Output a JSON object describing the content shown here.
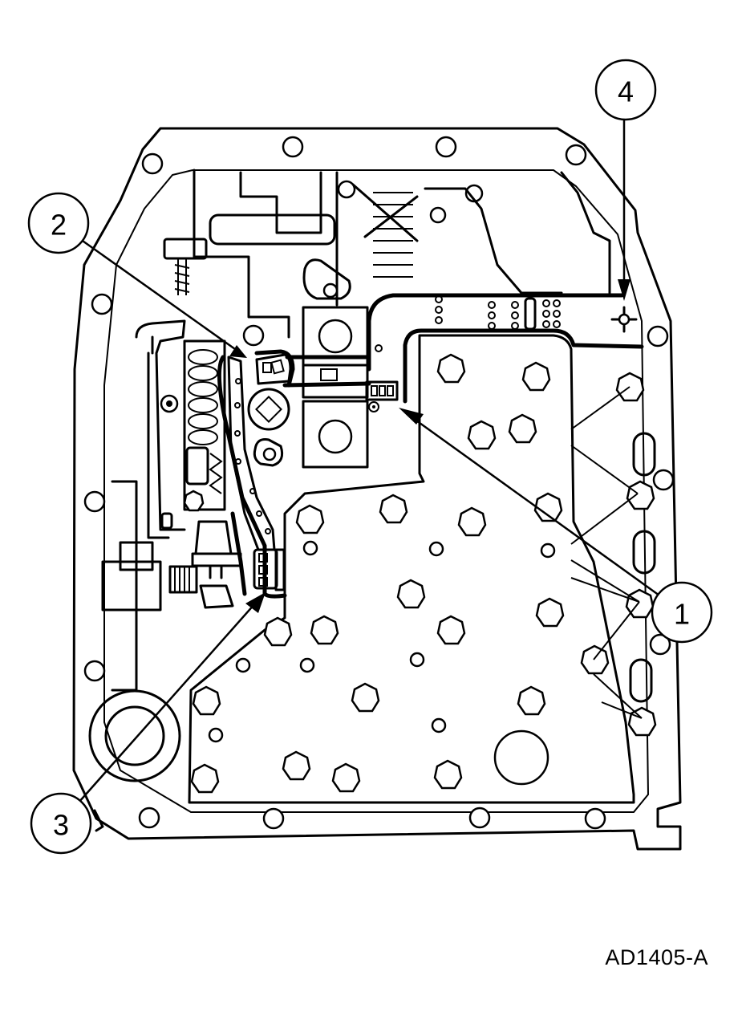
{
  "callouts": [
    {
      "id": "1",
      "label": "1"
    },
    {
      "id": "2",
      "label": "2"
    },
    {
      "id": "3",
      "label": "3"
    },
    {
      "id": "4",
      "label": "4"
    }
  ],
  "figure_id": "AD1405-A",
  "colors": {
    "line": "#000000",
    "background": "#ffffff"
  }
}
